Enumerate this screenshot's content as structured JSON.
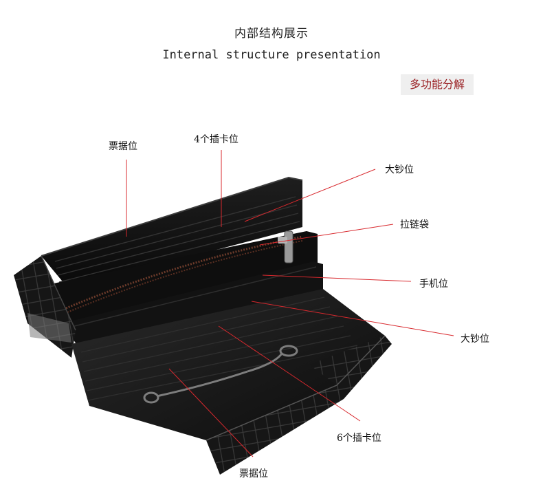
{
  "header": {
    "title_cn": "内部结构展示",
    "title_en": "Internal structure presentation",
    "badge": "多功能分解"
  },
  "callouts": {
    "ticket_slot_top": "票据位",
    "card_slots_4": "4个插卡位",
    "large_pocket_top": "大钞位",
    "zip_pocket": "拉链袋",
    "phone_slot": "手机位",
    "large_pocket_bottom": "大钞位",
    "card_slots_6": "6个插卡位",
    "ticket_slot_bottom": "票据位"
  },
  "colors": {
    "leader_line": "#d8282d",
    "badge_text": "#9b2226",
    "badge_bg": "#efefef",
    "wallet_body": "#141414"
  }
}
